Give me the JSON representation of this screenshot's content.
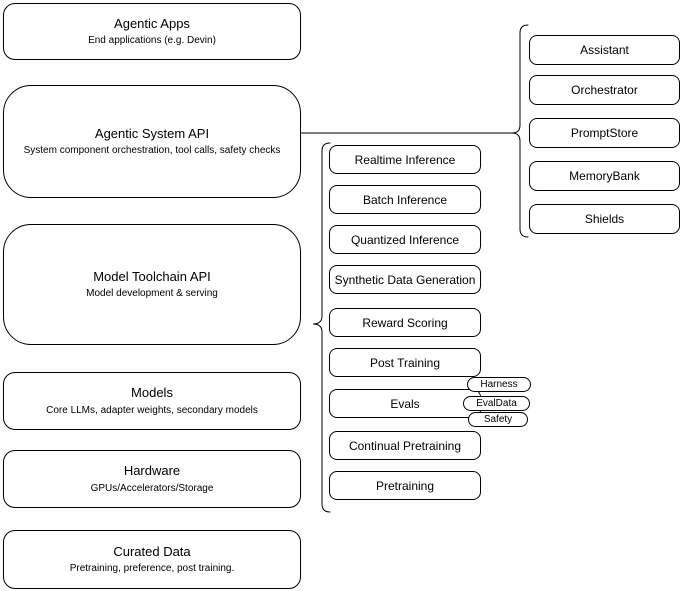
{
  "left_column": [
    {
      "title": "Agentic Apps",
      "subtitle": "End applications (e.g. Devin)"
    },
    {
      "title": "Agentic System API",
      "subtitle": "System component orchestration, tool calls, safety checks"
    },
    {
      "title": "Model Toolchain API",
      "subtitle": "Model development & serving"
    },
    {
      "title": "Models",
      "subtitle": "Core LLMs, adapter weights, secondary models"
    },
    {
      "title": "Hardware",
      "subtitle": "GPUs/Accelerators/Storage"
    },
    {
      "title": "Curated Data",
      "subtitle": "Pretraining, preference, post training."
    }
  ],
  "toolchain_services": [
    "Realtime Inference",
    "Batch Inference",
    "Quantized Inference",
    "Synthetic Data Generation",
    "Reward Scoring",
    "Post Training",
    "Evals",
    "Continual Pretraining",
    "Pretraining"
  ],
  "eval_tags": [
    "Harness",
    "EvalData",
    "Safety"
  ],
  "system_components": [
    "Assistant",
    "Orchestrator",
    "PromptStore",
    "MemoryBank",
    "Shields"
  ],
  "colors": {
    "stroke": "#000000",
    "background": "#ffffff",
    "text": "#000000"
  }
}
